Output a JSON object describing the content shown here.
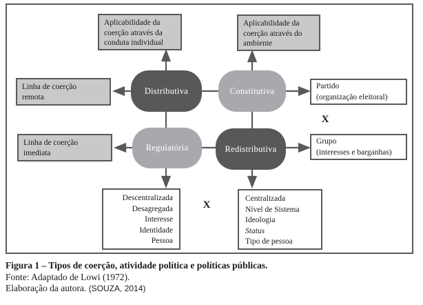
{
  "diagram": {
    "colors": {
      "dark_node": "#58585a",
      "light_node": "#a7a9ac",
      "label_fill": "#c9c9cb",
      "stroke": "#59595b"
    },
    "top_left_box": {
      "lines": [
        "Aplicabilidade da",
        "coerção através da",
        "conduta individual"
      ]
    },
    "top_right_box": {
      "lines": [
        "Aplicabilidade da",
        "coerção através do",
        "ambiente"
      ]
    },
    "left_top_box": {
      "lines": [
        "Linha de coerção",
        "remota"
      ]
    },
    "left_bottom_box": {
      "lines": [
        "Linha de coerção",
        "imediata"
      ]
    },
    "nodes": {
      "distributiva": "Distributiva",
      "constitutiva": "Constitutiva",
      "regulatoria": "Regulatória",
      "redistributiva": "Redistributiva"
    },
    "right_top_box": {
      "lines": [
        "Partido",
        "(organização eleitoral)"
      ]
    },
    "right_bottom_box": {
      "lines": [
        "Grupo",
        "(interesses e barganhas)"
      ]
    },
    "x_right": "X",
    "x_bottom": "X",
    "bottom_left_box": {
      "lines": [
        "Descentralizada",
        "Desagregada",
        "Interesse",
        "Identidade",
        "Pessoa"
      ]
    },
    "bottom_right_box": {
      "lines": [
        "Centralizada",
        "Nível de Sistema",
        "Ideologia",
        "Status",
        "Tipo de pessoa"
      ]
    }
  },
  "caption": {
    "title": "Figura 1 – Tipos de coerção, atividade política e políticas públicas.",
    "source": "Fonte: Adaptado de Lowi (1972).",
    "elaboration": "Elaboração da autora.",
    "citation": "(SOUZA, 2014)"
  }
}
